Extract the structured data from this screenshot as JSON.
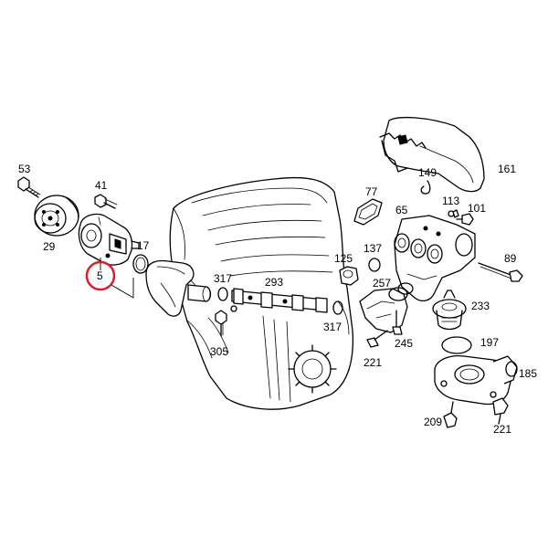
{
  "highlight_color": "#d8202a",
  "callouts": {
    "c53": "53",
    "c41": "41",
    "c17": "17",
    "c29": "29",
    "c5": "5",
    "c317a": "317",
    "c293": "293",
    "c305": "305",
    "c317b": "317",
    "c77": "77",
    "c149": "149",
    "c161": "161",
    "c65": "65",
    "c113": "113",
    "c101": "101",
    "c125": "125",
    "c137": "137",
    "c89": "89",
    "c257": "257",
    "c233": "233",
    "c245": "245",
    "c221a": "221",
    "c197": "197",
    "c185": "185",
    "c209": "209",
    "c221b": "221"
  }
}
